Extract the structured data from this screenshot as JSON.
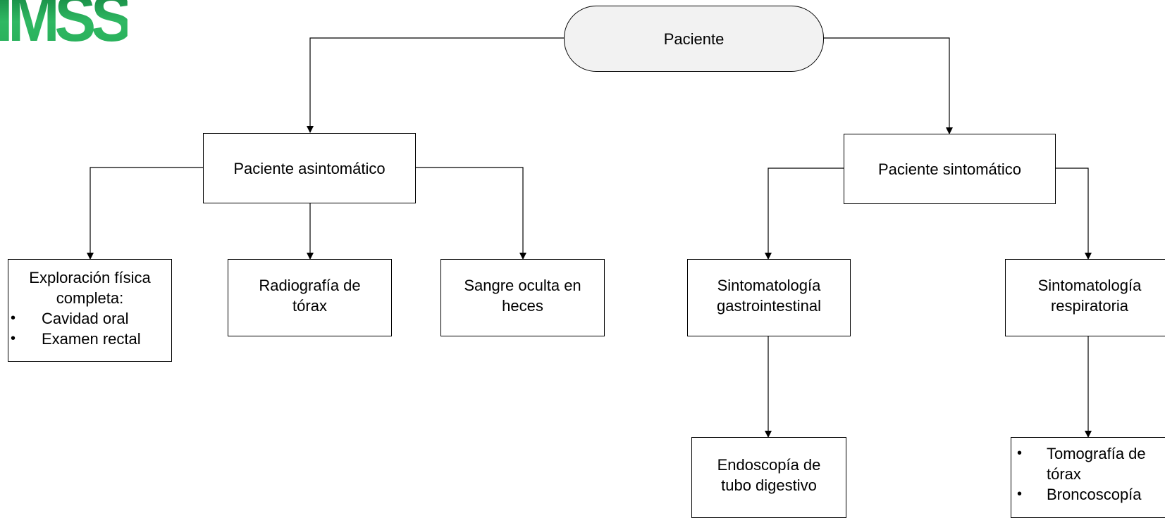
{
  "logo": {
    "text": "IMSS",
    "color": "#1fa84f"
  },
  "nodes": {
    "root": {
      "label": "Paciente"
    },
    "asymptomatic": {
      "label": "Paciente asintomático"
    },
    "symptomatic": {
      "label": "Paciente sintomático"
    },
    "physical_exam": {
      "title_line1": "Exploración física",
      "title_line2": "completa:",
      "items": [
        "Cavidad oral",
        "Examen rectal"
      ]
    },
    "chest_xray": {
      "line1": "Radiografía de",
      "line2": "tórax"
    },
    "occult_blood": {
      "line1": "Sangre oculta en",
      "line2": "heces"
    },
    "gi_symptoms": {
      "line1": "Sintomatología",
      "line2": "gastrointestinal"
    },
    "resp_symptoms": {
      "line1": "Sintomatología",
      "line2": "respiratoria"
    },
    "endoscopy": {
      "line1": "Endoscopía de",
      "line2": "tubo digestivo"
    },
    "resp_tests": {
      "item1_line1": "Tomografía de",
      "item1_line2": "tórax",
      "item2": "Broncoscopía"
    }
  }
}
